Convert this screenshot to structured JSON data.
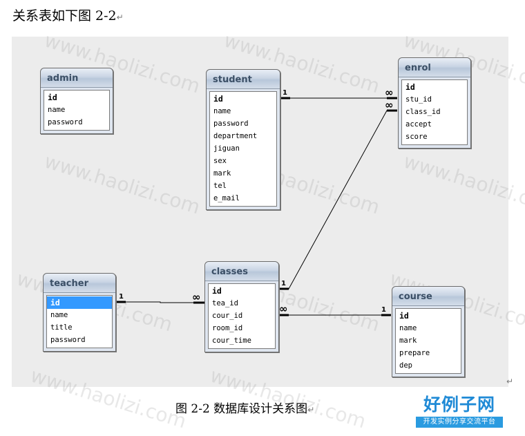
{
  "intro_text": "关系表如下图 2-2",
  "intro_mark": "↵",
  "caption": "图 2-2  数据库设计关系图",
  "caption_mark": "↵",
  "paragraph_mark": "↵",
  "watermark": "www.haolizi.com",
  "brand": {
    "title": "好例子网",
    "subtitle": "开发实例分享交流平台"
  },
  "tables": {
    "admin": {
      "name": "admin",
      "fields": [
        "id",
        "name",
        "password"
      ]
    },
    "student": {
      "name": "student",
      "fields": [
        "id",
        "name",
        "password",
        "department",
        "jiguan",
        "sex",
        "mark",
        "tel",
        "e_mail"
      ]
    },
    "enrol": {
      "name": "enrol",
      "fields": [
        "id",
        "stu_id",
        "class_id",
        "accept",
        "score"
      ]
    },
    "teacher": {
      "name": "teacher",
      "fields": [
        "id",
        "name",
        "title",
        "password"
      ]
    },
    "classes": {
      "name": "classes",
      "fields": [
        "id",
        "tea_id",
        "cour_id",
        "room_id",
        "cour_time"
      ]
    },
    "course": {
      "name": "course",
      "fields": [
        "id",
        "name",
        "mark",
        "prepare",
        "dep"
      ]
    }
  },
  "cardinality": {
    "one": "1",
    "many": "∞"
  }
}
